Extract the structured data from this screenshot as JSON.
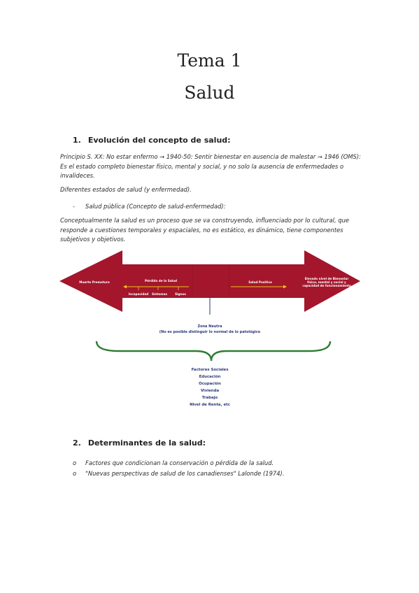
{
  "title_line1": "Tema 1",
  "title_line2": "Salud",
  "section1": {
    "number": "1.",
    "heading": "Evolución del concepto de salud:",
    "para1": "Principio S. XX: No estar enfermo → 1940-50: Sentir bienestar en ausencia de malestar → 1946 (OMS): Es el estado completo bienestar físico, mental y social, y no solo la ausencia de enfermedades o invalideces.",
    "para2": "Diferentes estados de salud (y enfermedad).",
    "bullet_marker": "-",
    "bullet": "Salud pública (Concepto de salud-enfermedad):",
    "para3": "Conceptualmente la salud es un proceso que se va construyendo, influenciado por lo cultural, que responde a cuestiones temporales y espaciales, no es estático, es dinámico, tiene componentes subjetivos y objetivos."
  },
  "diagram": {
    "left_end": "Muerte Prematura",
    "loss_label": "Pérdida de la Salud",
    "loss_items": [
      "Incapacidad",
      "Síntomas",
      "Signos"
    ],
    "positive_label": "Salud Positiva",
    "right_end": "Elevado nivel de Bienestar físico, mental y social y capacidad de funcionamiento",
    "neutral_zone": "Zona Neutra",
    "neutral_note": "(No es posible distinguir lo normal de lo patológico",
    "factors": [
      "Factores Sociales",
      "Educación",
      "Ocupación",
      "Vivienda",
      "Trabajo",
      "Nivel de Renta, etc"
    ],
    "colors": {
      "arrow": "#a3162c",
      "text_dark": "#2a3a78",
      "brace": "#2e7d32",
      "accent": "#f2c218"
    }
  },
  "section2": {
    "number": "2.",
    "heading": "Determinantes de la salud:",
    "bullet_marker": "o",
    "items": [
      "Factores que condicionan la conservación o pérdida de la salud.",
      "\"Nuevas perspectivas de salud de los canadienses\" Lalonde (1974)."
    ]
  }
}
